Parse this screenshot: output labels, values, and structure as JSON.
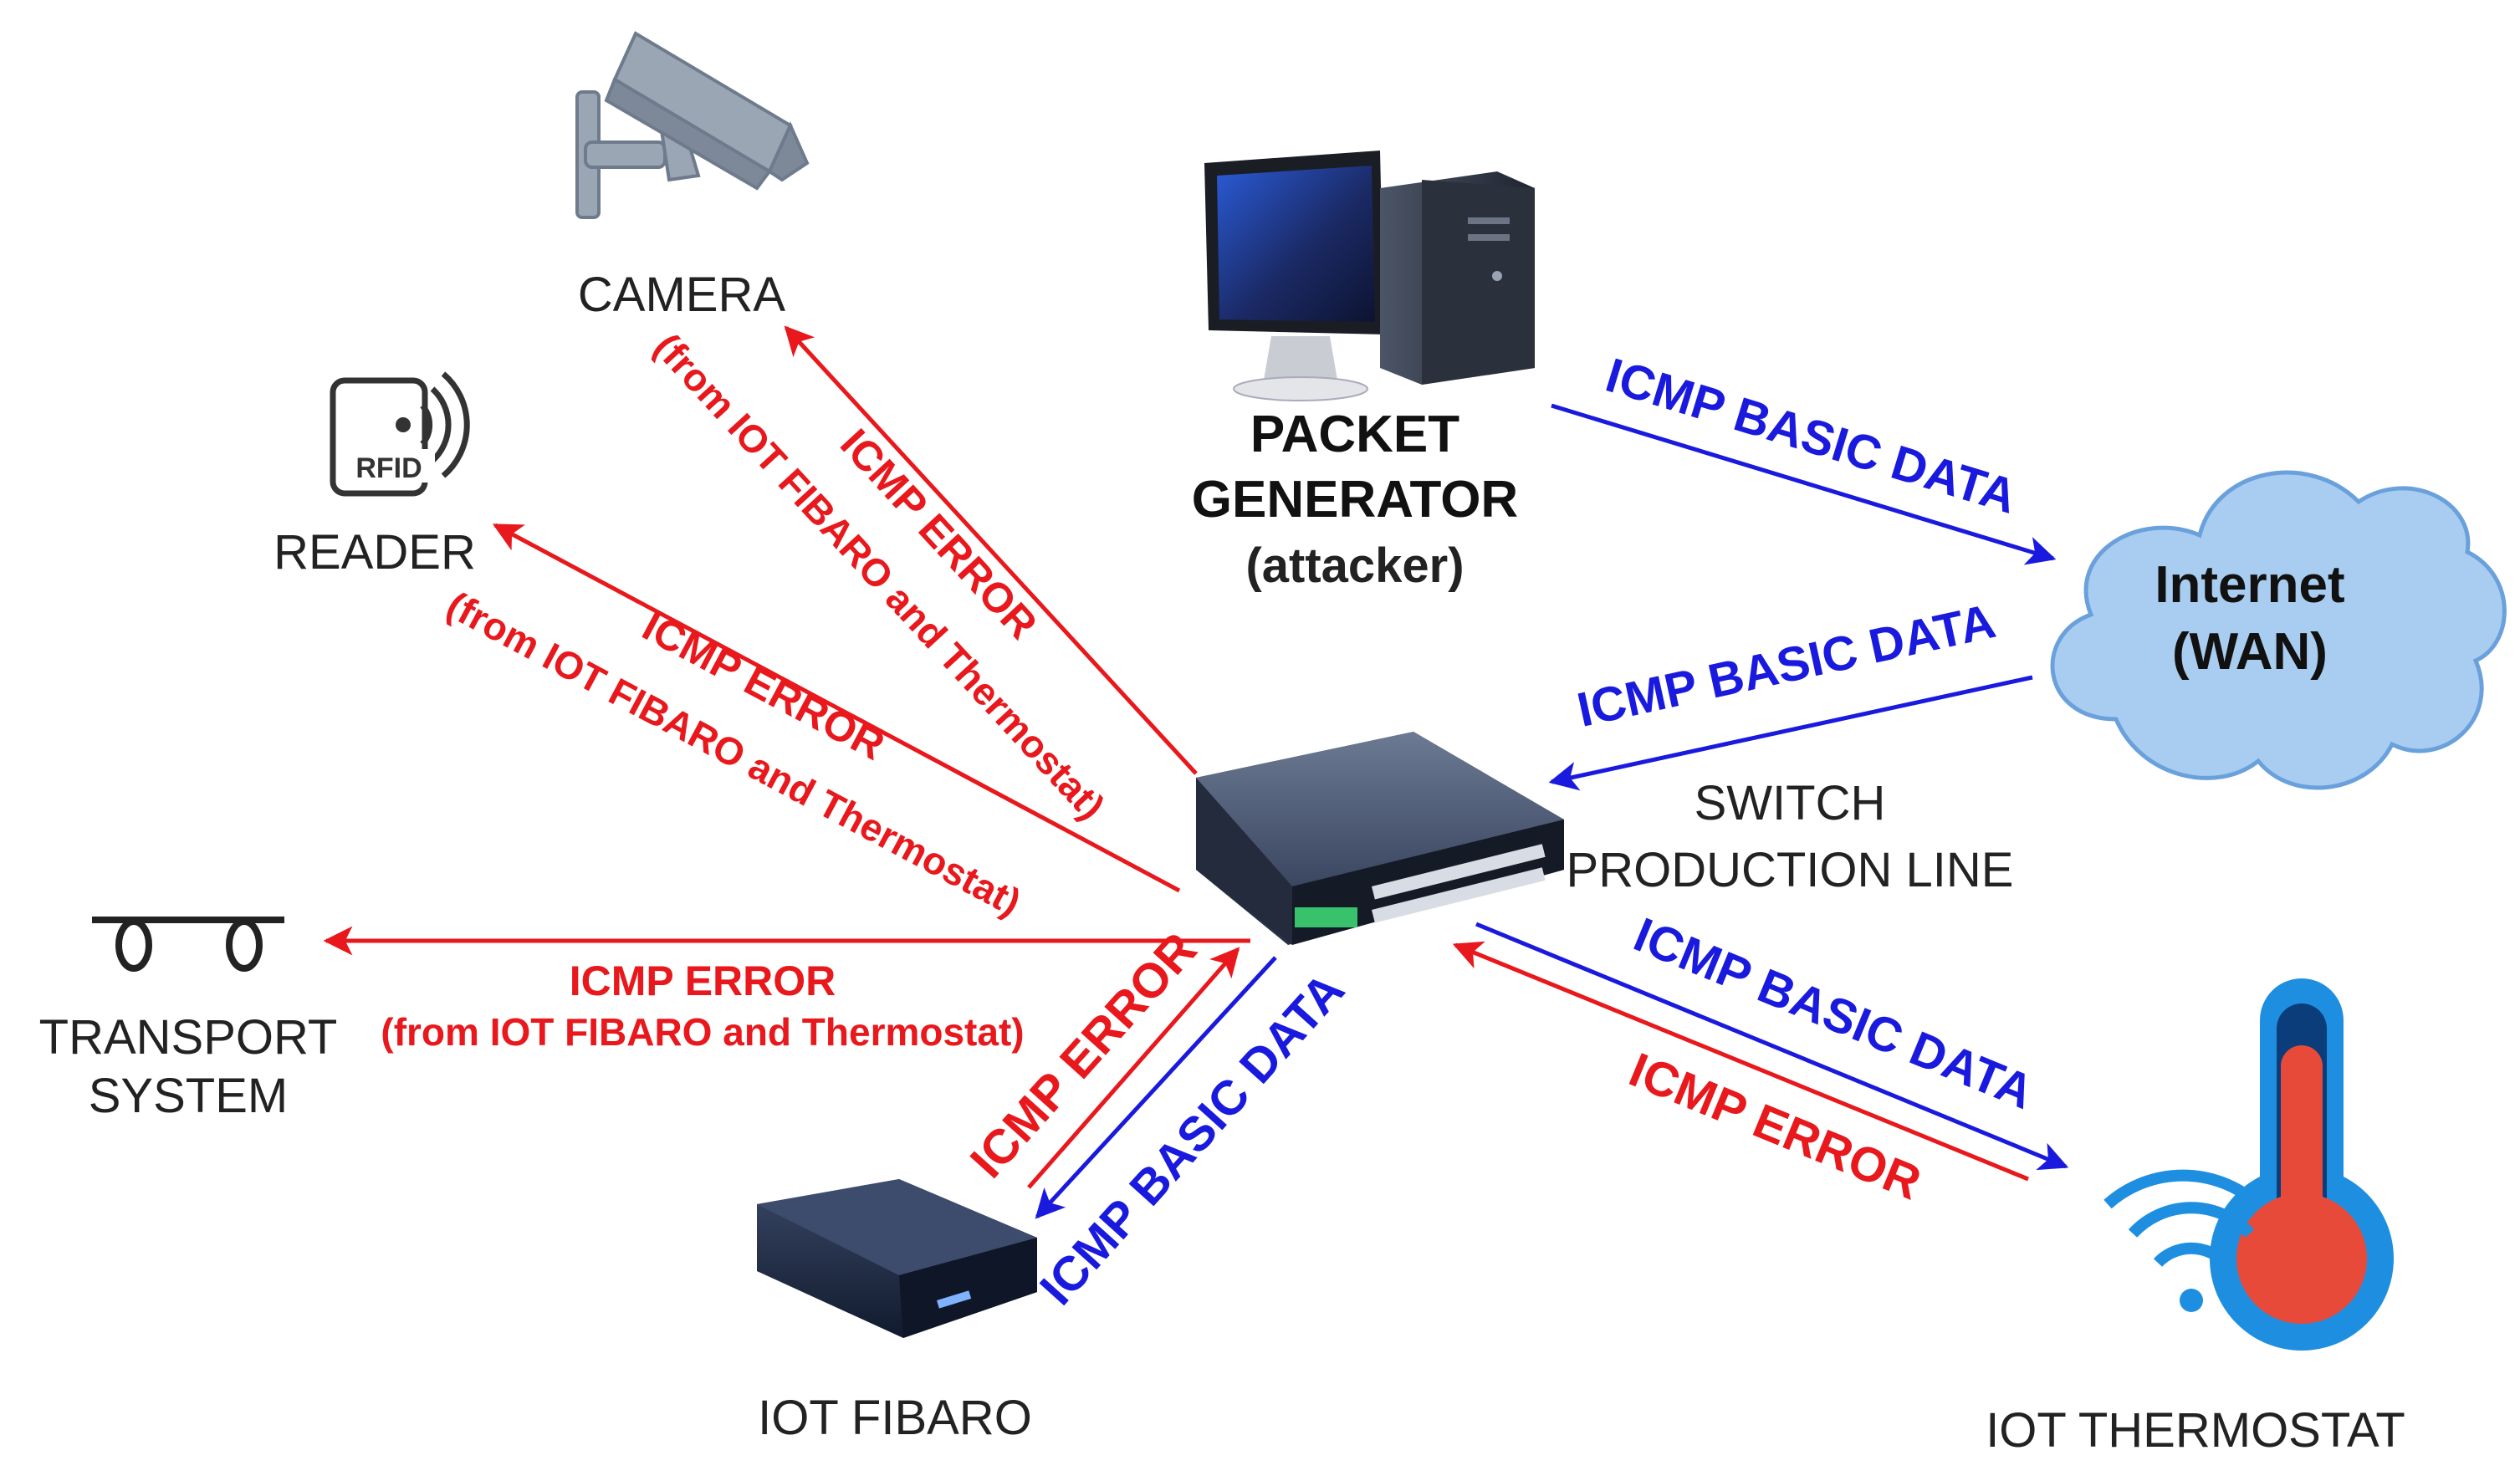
{
  "colors": {
    "error": "#e8181c",
    "basic_data": "#1a1adf",
    "cloud_fill": "#a9cdf0",
    "cloud_stroke": "#6aa0dc",
    "device_dark": "#1f2a44",
    "icon_gray": "#9aa6b4"
  },
  "nodes": {
    "camera": {
      "label": "CAMERA",
      "icon": "cctv-camera-icon"
    },
    "reader": {
      "label": "READER",
      "badge": "RFID",
      "icon": "rfid-reader-icon"
    },
    "transport": {
      "line1": "TRANSPORT",
      "line2": "SYSTEM",
      "icon": "conveyor-icon"
    },
    "packet_generator": {
      "line1": "PACKET",
      "line2": "GENERATOR",
      "line3": "(attacker)",
      "icon": "desktop-computer-icon"
    },
    "internet": {
      "line1": "Internet",
      "line2": "(WAN)",
      "icon": "cloud-icon"
    },
    "switch": {
      "line1": "SWITCH",
      "line2": "PRODUCTION LINE",
      "icon": "network-switch-icon"
    },
    "fibaro": {
      "label": "IOT FIBARO",
      "icon": "iot-hub-icon"
    },
    "thermostat": {
      "label": "IOT THERMOSTAT",
      "icon": "wifi-thermometer-icon"
    }
  },
  "edges": {
    "to_camera": {
      "title": "ICMP ERROR",
      "sub": "(from IOT FIBARO and Thermostat)"
    },
    "to_reader": {
      "title": "ICMP ERROR",
      "sub": "(from IOT FIBARO and Thermostat)"
    },
    "to_transport": {
      "title": "ICMP ERROR",
      "sub": "(from IOT FIBARO and Thermostat)"
    },
    "generator_to_internet": {
      "label": "ICMP BASIC DATA"
    },
    "internet_to_switch": {
      "label": "ICMP BASIC DATA"
    },
    "switch_to_thermostat": {
      "label": "ICMP BASIC DATA"
    },
    "thermostat_to_switch": {
      "label": "ICMP ERROR"
    },
    "switch_to_fibaro": {
      "label": "ICMP BASIC DATA"
    },
    "fibaro_to_switch": {
      "label": "ICMP ERROR"
    }
  }
}
